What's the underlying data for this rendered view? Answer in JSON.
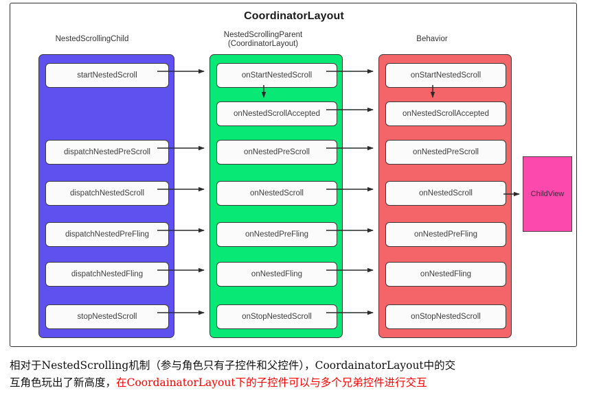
{
  "diagram": {
    "title": "CoordinatorLayout",
    "columns": [
      {
        "id": "nested-scrolling-child",
        "heading": "NestedScrollingChild",
        "color": "#5f51f0",
        "methods": [
          "startNestedScroll",
          "dispatchNestedPreScroll",
          "dispatchNestedScroll",
          "dispatchNestedPreFling",
          "dispatchNestedFling",
          "stopNestedScroll"
        ]
      },
      {
        "id": "nested-scrolling-parent",
        "heading": "NestedScrollingParent\n(CoordinatorLayout)",
        "color": "#08e874",
        "methods": [
          "onStartNestedScroll",
          "onNestedScrollAccepted",
          "onNestedPreScroll",
          "onNestedScroll",
          "onNestedPreFling",
          "onNestedFling",
          "onStopNestedScroll"
        ]
      },
      {
        "id": "behavior",
        "heading": "Behavior",
        "color": "#f4656a",
        "methods": [
          "onStartNestedScroll",
          "onNestedScrollAccepted",
          "onNestedPreScroll",
          "onNestedScroll",
          "onNestedPreFling",
          "onNestedFling",
          "onStopNestedScroll"
        ]
      }
    ],
    "child_view": {
      "label": "ChildView",
      "color": "#fc49ad"
    }
  },
  "caption": {
    "line1": "相对于NestedScrolling机制（参与角色只有子控件和父控件），CoordainatorLayout中的交",
    "line2_plain": "互角色玩出了新高度，",
    "line2_highlight": "在CoordainatorLayout下的子控件可以与多个兄弟控件进行交互",
    "highlight_color": "#ff0000"
  }
}
